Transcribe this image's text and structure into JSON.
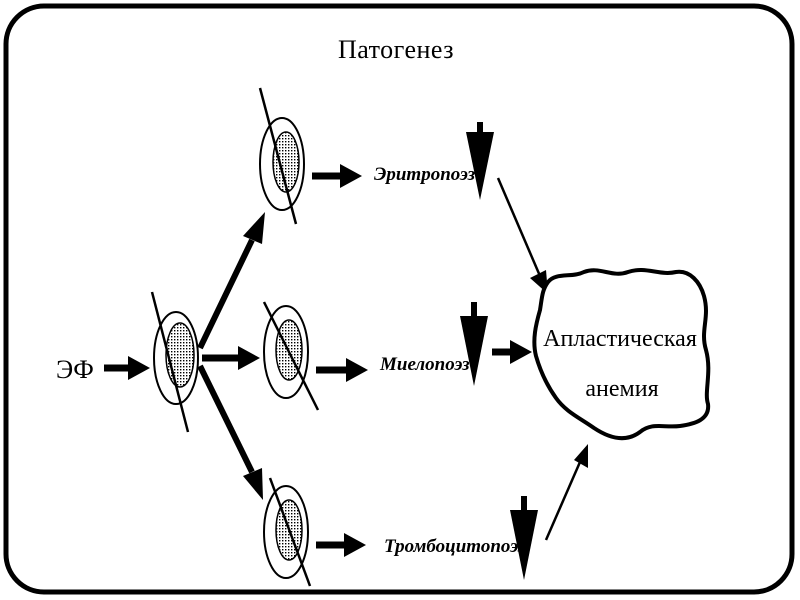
{
  "title": "Патогенез",
  "source_label": "ЭФ",
  "processes": [
    {
      "label": "Эритропоэз"
    },
    {
      "label": "Миелопоэз"
    },
    {
      "label": "Тромбоцитопоэз"
    }
  ],
  "result": {
    "line1": "Апластическая",
    "line2": "анемия"
  },
  "colors": {
    "ink": "#000000",
    "paper": "#ffffff"
  }
}
